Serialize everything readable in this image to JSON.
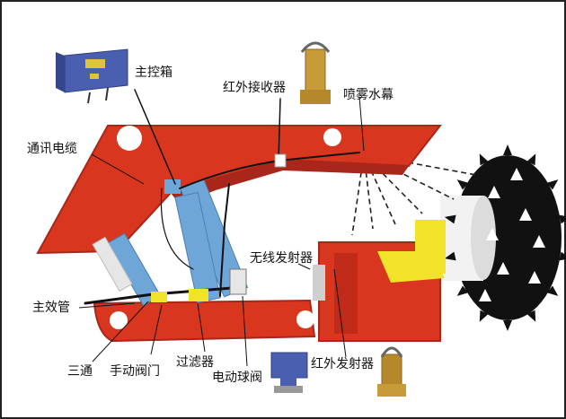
{
  "labels": {
    "main_control_box": "主控箱",
    "ir_receiver": "红外接收器",
    "spray_curtain": "喷雾水幕",
    "comm_cable": "通讯电缆",
    "wireless_transmitter": "无线发射器",
    "main_pipe": "主效管",
    "tee": "三通",
    "manual_valve": "手动阀门",
    "filter": "过滤器",
    "electric_ball_valve": "电动球阀",
    "ir_transmitter": "红外发射器"
  },
  "colors": {
    "machine_body": "#d9361f",
    "body_shadow": "#a8261a",
    "hydraulic_cylinder": "#6fa6d8",
    "cutting_head": "#111111",
    "cutter_drum": "#f2f2f2",
    "transmitter_box": "#f1e32a",
    "control_box": "#4b5fb0",
    "pipe": "#111111"
  }
}
